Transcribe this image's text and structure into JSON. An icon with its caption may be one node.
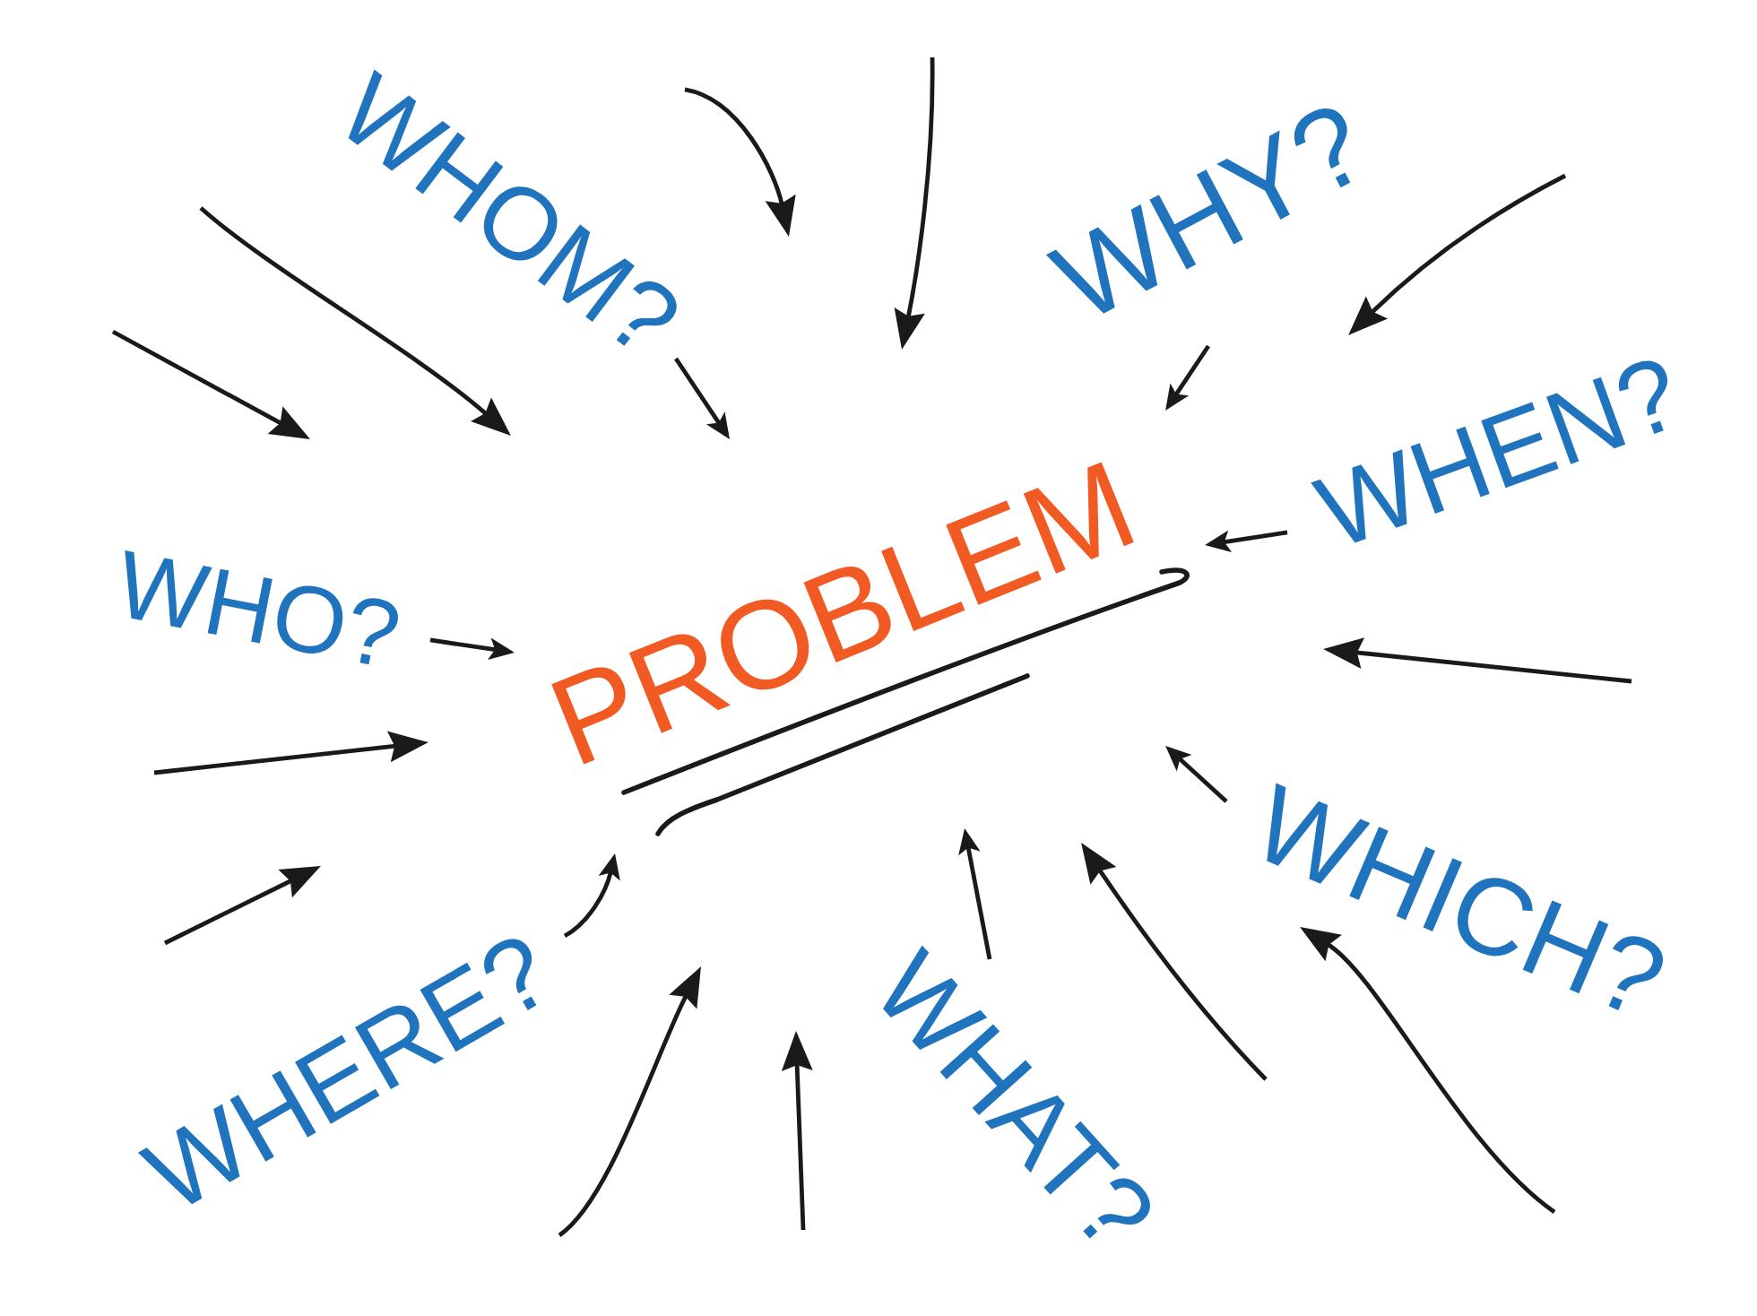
{
  "diagram": {
    "nodes": [
      {
        "text": [
          "WHOM?"
        ]
      },
      {
        "text": [
          "WHY?"
        ]
      },
      {
        "text": [
          "WHEN?"
        ]
      },
      {
        "text": [
          "WHO?"
        ]
      },
      {
        "text": [
          "PROBLEM"
        ]
      },
      {
        "text": [
          "WHICH?"
        ]
      },
      {
        "text": [
          "WHERE?"
        ]
      },
      {
        "text": [
          "WHAT?"
        ]
      }
    ],
    "edges": [
      {
        "from": 0,
        "to": 4,
        "arrow": "to"
      },
      {
        "from": 1,
        "to": 4,
        "arrow": "to"
      },
      {
        "from": 2,
        "to": 4,
        "arrow": "to"
      },
      {
        "from": 3,
        "to": 4,
        "arrow": "to"
      },
      {
        "from": 5,
        "to": 4,
        "arrow": "to"
      },
      {
        "from": 6,
        "to": 4,
        "arrow": "to"
      },
      {
        "from": 7,
        "to": 4,
        "arrow": "to"
      }
    ]
  }
}
